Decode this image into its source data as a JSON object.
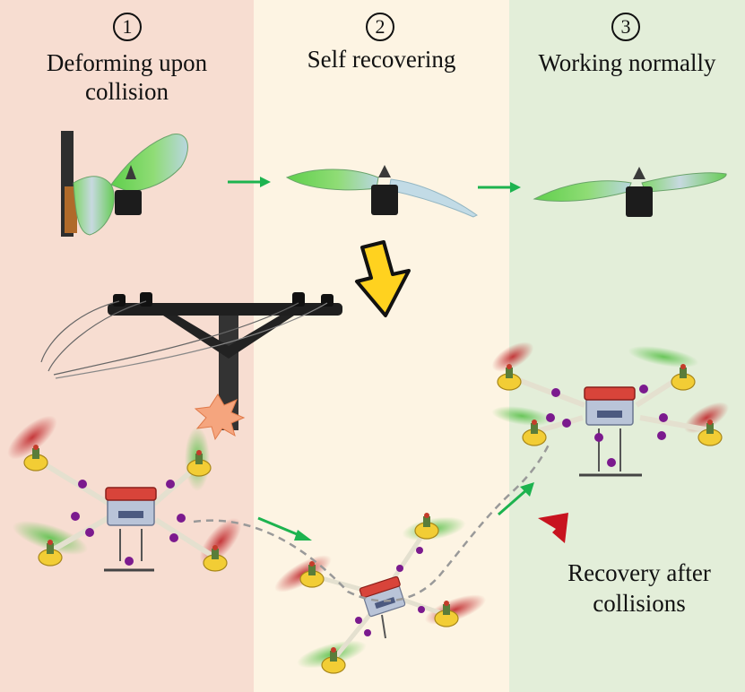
{
  "colors": {
    "panel_1_bg": "#f7ddd1",
    "panel_2_bg": "#fdf4e3",
    "panel_3_bg": "#e3eed9",
    "arrow_green": "#1db34f",
    "arrow_red": "#c8131f",
    "arrow_yellow": "#ffd21f",
    "impact_orange": "#f5a57e",
    "prop_green": "#74d35e",
    "body_red": "#d8443a",
    "motor_yellow": "#f2cd35",
    "marker_purple": "#7b1a8e"
  },
  "steps": [
    {
      "number": "1",
      "title_line1": "Deforming upon",
      "title_line2": "collision"
    },
    {
      "number": "2",
      "title_line1": "Self recovering",
      "title_line2": ""
    },
    {
      "number": "3",
      "title_line1": "Working normally",
      "title_line2": ""
    }
  ],
  "caption": {
    "line1": "Recovery after",
    "line2": "collisions"
  },
  "icons": {
    "green_arrow": "green-right-arrow-icon",
    "yellow_arrow": "yellow-down-arrow-icon",
    "red_arrow": "red-up-right-arrow-icon",
    "impact": "impact-burst-icon"
  }
}
